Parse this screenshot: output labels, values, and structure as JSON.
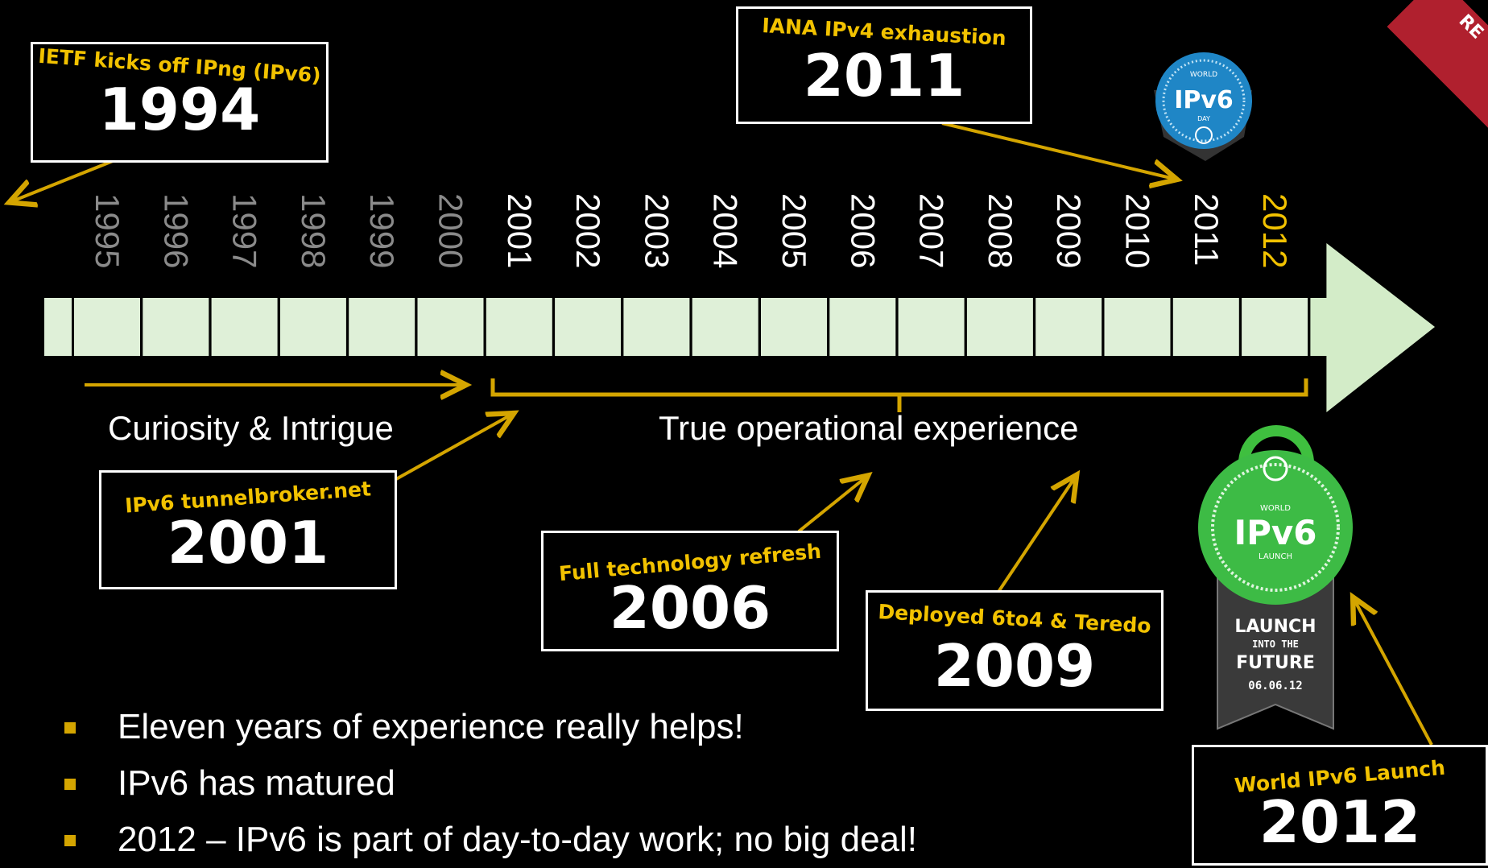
{
  "corner_ribbon": "RE",
  "timeline": {
    "years": [
      {
        "label": "1995",
        "active": false
      },
      {
        "label": "1996",
        "active": false
      },
      {
        "label": "1997",
        "active": false
      },
      {
        "label": "1998",
        "active": false
      },
      {
        "label": "1999",
        "active": false
      },
      {
        "label": "2000",
        "active": false
      },
      {
        "label": "2001",
        "active": true
      },
      {
        "label": "2002",
        "active": true
      },
      {
        "label": "2003",
        "active": true
      },
      {
        "label": "2004",
        "active": true
      },
      {
        "label": "2005",
        "active": true
      },
      {
        "label": "2006",
        "active": true
      },
      {
        "label": "2007",
        "active": true
      },
      {
        "label": "2008",
        "active": true
      },
      {
        "label": "2009",
        "active": true
      },
      {
        "label": "2010",
        "active": true
      },
      {
        "label": "2011",
        "active": true
      },
      {
        "label": "2012",
        "active": true,
        "highlight": true
      }
    ],
    "colors": {
      "inactive_year": "#8a8a8a",
      "active_year": "#ffffff",
      "highlight_year": "#f2c200",
      "segment_fill": "#dff0d8",
      "arrow_fill": "#d3ecc8",
      "accent": "#d4a500"
    }
  },
  "phases": {
    "curiosity": "Curiosity  & Intrigue",
    "operational": "True operational experience"
  },
  "callouts": {
    "ietf": {
      "label": "IETF kicks off IPng (IPv6)",
      "year": "1994"
    },
    "iana": {
      "label": "IANA IPv4 exhaustion",
      "year": "2011"
    },
    "tunnelbroker": {
      "label": "IPv6 tunnelbroker.net",
      "year": "2001"
    },
    "refresh": {
      "label": "Full technology refresh",
      "year": "2006"
    },
    "deployed": {
      "label": "Deployed 6to4 & Teredo",
      "year": "2009"
    },
    "launch": {
      "label": "World IPv6 Launch",
      "year": "2012"
    }
  },
  "badges": {
    "ipv6_day": {
      "top": "WORLD",
      "main": "IPv6",
      "bottom": "DAY"
    },
    "ipv6_launch": {
      "top": "WORLD",
      "main": "IPv6",
      "bottom": "LAUNCH",
      "ribbon_line1": "LAUNCH",
      "ribbon_line2": "INTO THE",
      "ribbon_line3": "FUTURE",
      "ribbon_date": "06.06.12"
    }
  },
  "bullets": [
    "Eleven years of experience really helps!",
    "IPv6 has matured",
    "2012 – IPv6 is part of day-to-day work; no big deal!"
  ]
}
